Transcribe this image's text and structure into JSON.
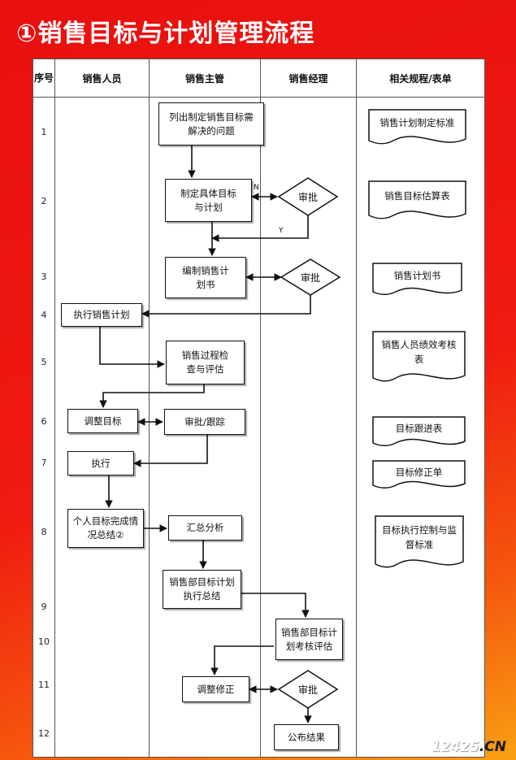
{
  "title": "①销售目标与计划管理流程",
  "headers": {
    "seq": "序号",
    "sales_staff": "销售人员",
    "sales_supervisor": "销售主管",
    "sales_manager": "销售经理",
    "docs": "相关规程/表单"
  },
  "rows": [
    "1",
    "2",
    "3",
    "4",
    "5",
    "6",
    "7",
    "8",
    "9",
    "10",
    "11",
    "12"
  ],
  "steps": {
    "list_problems": "列出制定销售目标需解决的问题",
    "set_goals": "制定具体目标与计划",
    "write_plan": "编制销售计划书",
    "execute_plan": "执行销售计划",
    "check_eval": "销售过程检查与评估",
    "adjust_goal": "调整目标",
    "approve_track": "审批/跟踪",
    "execute": "执行",
    "personal_summary": "个人目标完成情况总结②",
    "summary_analysis": "汇总分析",
    "dept_summary": "销售部目标计划执行总结",
    "dept_eval": "销售部目标计划考核评估",
    "adjust_fix": "调整修正",
    "publish": "公布结果"
  },
  "decisions": {
    "approve1": "审批",
    "approve2": "审批",
    "approve3": "审批"
  },
  "flow_labels": {
    "n": "N",
    "y": "Y"
  },
  "docs": {
    "d1": "销售计划制定标准",
    "d2": "销售目标估算表",
    "d3": "销售计划书",
    "d4": "销售人员绩效考核表",
    "d5": "目标跟进表",
    "d6": "目标修正单",
    "d7": "目标执行控制与监督标准"
  },
  "watermark": {
    "digits": "12425",
    "suffix": ".CN"
  }
}
